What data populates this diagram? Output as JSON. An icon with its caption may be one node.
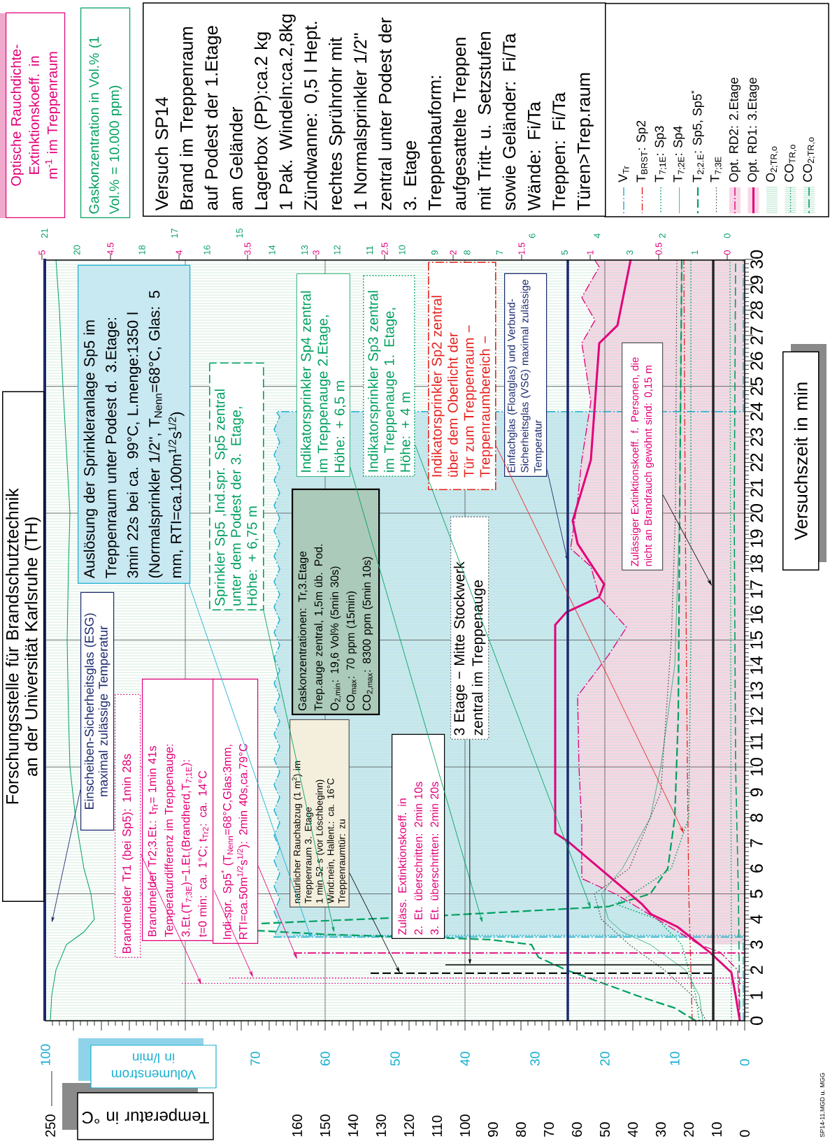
{
  "diagram": {
    "nodes": [
      {
        "text": [
          "Optische Rauchdichte- Extinktionskoeff. in m$^{-1}$ im Treppenraum"
        ]
      },
      {
        "text": [
          "Gaskonzentration in Vol.% (1 Vol.% = 10.000 ppm)"
        ]
      },
      {
        "text": [
          "Versuch SP14",
          "Brand im Treppenraum auf Podest der 1.Etage am Geländer",
          "Lagerbox (PP):ca.2 kg",
          "1 Pak. Windeln:ca.2,8kg",
          "Zündwanne: 0,5 l Hept.",
          "rechtes Sprührohr mit 1 Normalsprinkler 1/2'' zentral unter Podest der 3. Etage",
          "Treppenbauform: aufgesattelte Treppen mit Tritt- u. Setzstufen sowie Geländer: Fi/Ta",
          "Wände: Fi/Ta",
          "Treppen: Fi/Ta",
          "Türen>Trep.raum"
        ]
      },
      {
        "text": [
          "Forschungsstelle für Brandschutztechnik an der Universität Karlsruhe (TH)"
        ]
      },
      {
        "text": [
          "Auslösung der Sprinkleranlage Sp5 im Treppenraum unter Podest d. 3.Etage: 3min 22s bei ca. 99°C, L.menge:1350 l (Normalsprinkler 1/2'', T$_{Nenn}$=68°C, Glas: 5 mm, RTI=ca.100m$^{1/2}$s$^{1/2}$)"
        ]
      },
      {
        "text": [
          "Einscheiben-Sicherheitsglas (ESG) maximal zulässige Temperatur"
        ]
      },
      {
        "text": [
          "Brandmelder Tr1 (bei Sp5): 1min 28s"
        ]
      },
      {
        "text": [
          "Brandmelder Tr2;3.Et.: t$_{Tr}$= 1min 41s",
          "Temperaturdifferenz im Treppenauge: 3.Et.(T$_{7;3E}$)−1.Et.(Brandherd,T$_{7;1E}$):",
          "t=0 min: ca. 1°C; t$_{Tr2}$: ca. 14°C"
        ]
      },
      {
        "text": [
          "Indi.spr. Sp5$^{*}$ (T$_{Nenn}$=68°C,Glas:3mm, RTI=ca.50m$^{1/2}$s$^{1/2}$): 2min 40s,ca.79°C"
        ]
      },
      {
        "text": [
          "Sprinkler Sp5 ,Ind.spr. Sp5 zentral unter dem Podest der 3. Etage, Höhe: + 6,75 m"
        ]
      },
      {
        "text": [
          "Gaskonzentrationen: Tr,3.Etage",
          "Trep.auge zentral, 1,5m üb. Pod.",
          "O$_{2,min}$: 19,6 Vol% (5min 30s)",
          "CO$_{max}$: 70 ppm (15min)",
          "CO$_{2,max}$: 8300 ppm (5min 10s)"
        ]
      },
      {
        "text": [
          "natürlicher Rauchabzug (1 m$^{2}$) im Treppenraum 3. Etage",
          "1 min 52 s (vor Löschbeginn)",
          "Wind:nein, Hallent.: ca. 16°C",
          "Treppenraumtür: zu"
        ]
      },
      {
        "text": [
          "Indikatorsprinkler Sp4 zentral im Treppenauge 2.Etage, Höhe: + 6,5 m"
        ]
      },
      {
        "text": [
          "Indikatorsprinkler Sp3 zentral im Treppenauge 1. Etage, Höhe: + 4 m"
        ]
      },
      {
        "text": [
          "Indikatorsprinkler Sp2 zentral über dem Oberlicht der Tür zum Treppenraum − Treppenraumbereich −"
        ]
      },
      {
        "text": [
          "Einfachglas (Floatglas) und Verbund-Sicherheitsglas (VSG) maximal zulässige Temperatur"
        ]
      },
      {
        "text": [
          "3 Etage − Mitte Stockwerk zentral im Treppenauge"
        ]
      },
      {
        "text": [
          "Zuläss. Extinktionskoeff. in",
          "2. Et. überschritten: 2min 10s",
          "3. Et. überschritten: 2min 20s"
        ]
      },
      {
        "text": [
          "Zulässiger Extinktionskoeff. f. Personen, die nicht an Brandrauch gewöhnt sind: 0,15 m"
        ]
      },
      {
        "text": [
          "Temperatur in °C"
        ]
      },
      {
        "text": [
          "Volumenstrom in l/min"
        ]
      },
      {
        "text": [
          "Versuchszeit in min"
        ]
      }
    ],
    "edges": [
      {
        "from": 4,
        "to": null,
        "arrow": "to",
        "color": "#1aafd0"
      },
      {
        "from": 5,
        "to": null,
        "arrow": "to",
        "color": "#1b2a6e"
      },
      {
        "from": 6,
        "to": null,
        "arrow": "to",
        "color": "#e2007a"
      },
      {
        "from": 7,
        "to": null,
        "arrow": "to",
        "color": "#e2007a"
      },
      {
        "from": 8,
        "to": null,
        "arrow": "to",
        "color": "#e2007a"
      },
      {
        "from": 9,
        "to": null,
        "arrow": "to",
        "color": "#00a060"
      },
      {
        "from": 11,
        "to": null,
        "arrow": "to",
        "color": "#000000"
      },
      {
        "from": 12,
        "to": null,
        "arrow": "to",
        "color": "#00a060"
      },
      {
        "from": 13,
        "to": null,
        "arrow": "to",
        "color": "#00a060"
      },
      {
        "from": 14,
        "to": null,
        "arrow": "to",
        "color": "#e52421"
      },
      {
        "from": 15,
        "to": null,
        "arrow": "to",
        "color": "#1b2a6e"
      },
      {
        "from": 16,
        "to": null,
        "arrow": "to",
        "color": "#000000"
      },
      {
        "from": 18,
        "to": null,
        "arrow": "to",
        "color": "#000000"
      }
    ],
    "labels": [
      "5",
      "4.5",
      "4",
      "3.5",
      "3",
      "2.5",
      "2",
      "1.5",
      "1",
      "0.5",
      "0",
      "21",
      "20",
      "18",
      "17",
      "16",
      "15",
      "14",
      "13",
      "12",
      "11",
      "10",
      "9",
      "8",
      "7",
      "6",
      "5",
      "4",
      "3",
      "2",
      "1",
      "0",
      "0",
      "1",
      "2",
      "3",
      "4",
      "5",
      "6",
      "7",
      "8",
      "9",
      "10",
      "11",
      "12",
      "13",
      "14",
      "15",
      "16",
      "17",
      "18",
      "19",
      "20",
      "21",
      "22",
      "23",
      "24",
      "25",
      "26",
      "27",
      "28",
      "29",
      "30",
      "100",
      "70",
      "60",
      "50",
      "40",
      "30",
      "20",
      "10",
      "0",
      "250",
      "160",
      "150",
      "140",
      "130",
      "120",
      "110",
      "100",
      "90",
      "80",
      "70",
      "60",
      "50",
      "40",
      "30",
      "20",
      "10",
      "0",
      "SP14-11.MGD u. MGG"
    ],
    "legend": [
      {
        "text": "V$_{Tr}$"
      },
      {
        "text": "T$_{BRST}$: Sp2"
      },
      {
        "text": "T$_{7;1E}$: Sp3"
      },
      {
        "text": "T$_{7;2E}$: Sp4"
      },
      {
        "text": "T$_{2;2.E}$: Sp5, Sp5$^{*}$"
      },
      {
        "text": "T$_{7;3E}$"
      },
      {
        "text": "Opt. RD2: 2.Etage"
      },
      {
        "text": "Opt. RD1: 3.Etage"
      },
      {
        "text": "O$_{2;TR,o}$"
      },
      {
        "text": "CO$_{TR,o}$"
      },
      {
        "text": "CO$_{2;TR,o}$"
      }
    ]
  }
}
